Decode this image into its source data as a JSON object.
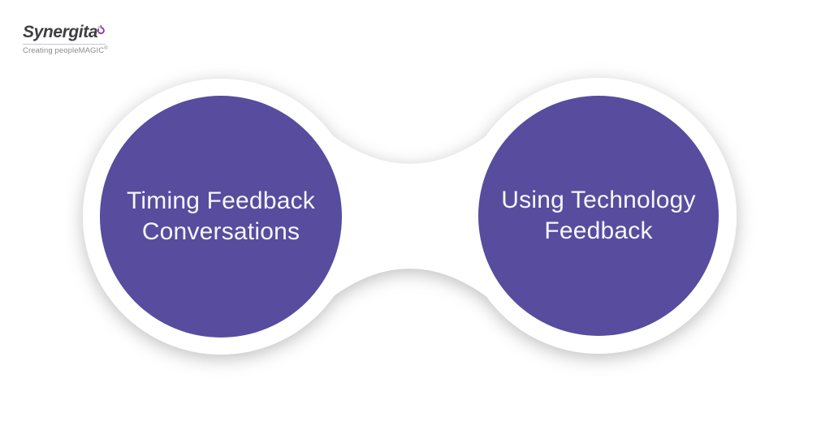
{
  "page": {
    "background_color": "#ffffff"
  },
  "logo": {
    "brand": "Synergita",
    "tagline": "Creating peopleMAGIC",
    "trademark": "®",
    "brand_color": "#3e3e42",
    "tagline_color": "#8c8c90",
    "swirl_color_start": "#6b3fa0",
    "swirl_color_end": "#a82aa5"
  },
  "diagram": {
    "shape": "two-circles-connected-by-white-band",
    "connector_color": "#ffffff",
    "circle_color": "#574c9e",
    "label_color": "#f7f5fa",
    "left_circle": {
      "label": "Timing Feedback\nConversations"
    },
    "right_circle": {
      "label": "Using Technology\nFeedback"
    }
  }
}
